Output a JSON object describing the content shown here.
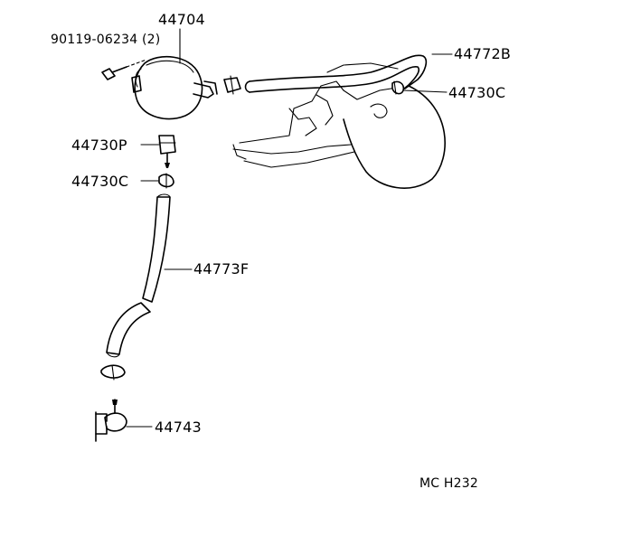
{
  "parts": [
    {
      "id": "reservoir",
      "number": "44704"
    },
    {
      "id": "bolt",
      "number": "90119-06234 (2)"
    },
    {
      "id": "hose-upper",
      "number": "44772B"
    },
    {
      "id": "clamp-upper",
      "number": "44730C"
    },
    {
      "id": "plug",
      "number": "44730P"
    },
    {
      "id": "clamp-lower",
      "number": "44730C"
    },
    {
      "id": "hose-lower",
      "number": "44773F"
    },
    {
      "id": "valve",
      "number": "44743"
    }
  ],
  "diagram_code": "MC H232"
}
